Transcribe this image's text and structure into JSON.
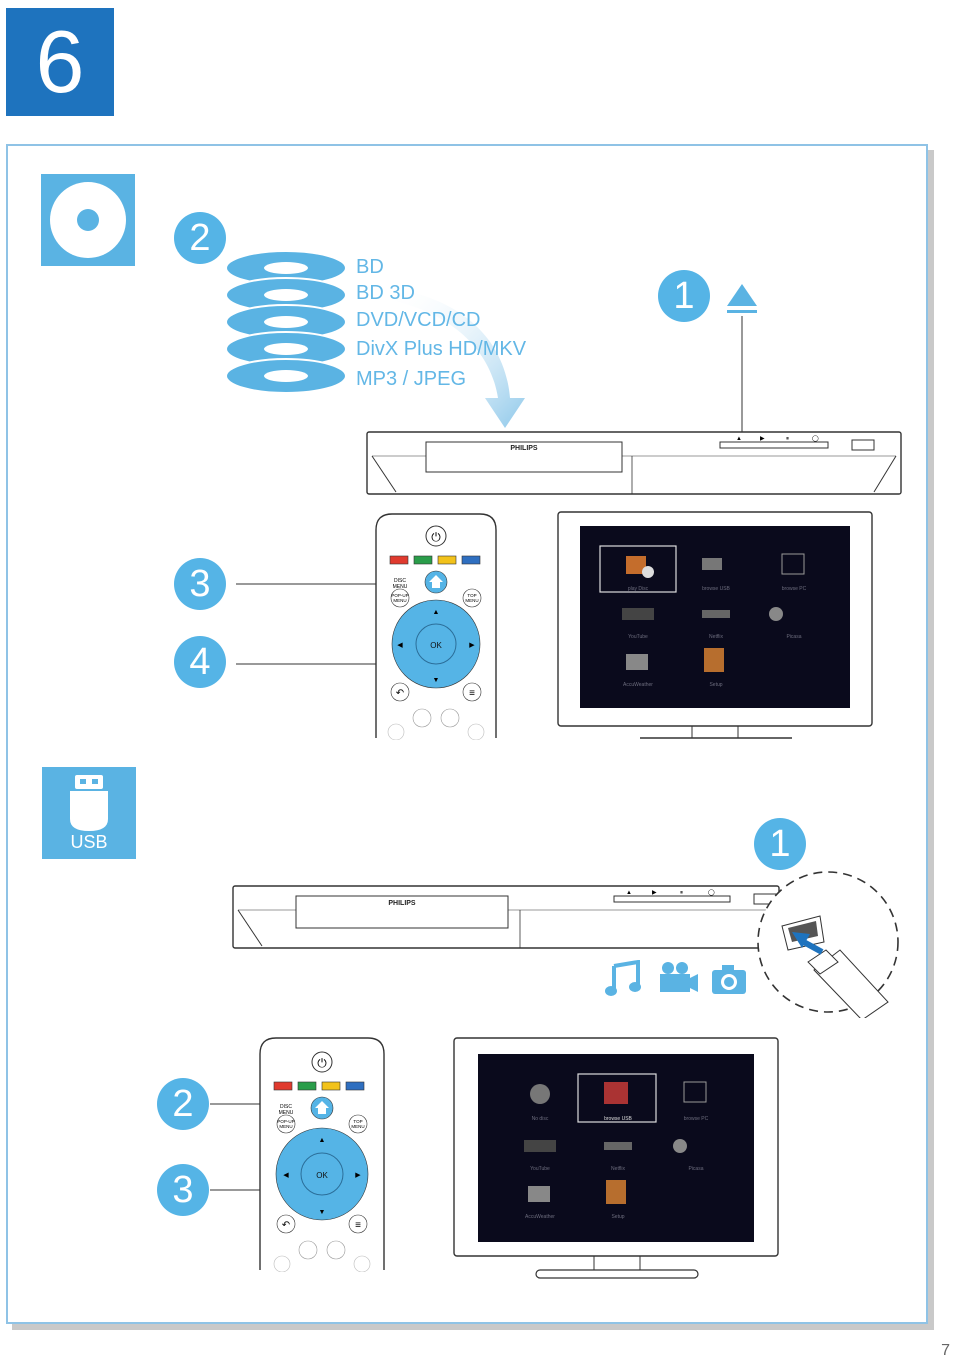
{
  "section": {
    "number": "6"
  },
  "disc_formats": [
    "BD",
    "BD 3D",
    "DVD/VCD/CD",
    "DivX Plus HD/MKV",
    "MP3 / JPEG"
  ],
  "steps_disc": {
    "load": "2",
    "eject": "1",
    "home": "3",
    "navigate": "4"
  },
  "steps_usb": {
    "connect": "1",
    "home": "2",
    "navigate": "3"
  },
  "player": {
    "brand": "PHILIPS"
  },
  "usb": {
    "label": "USB"
  },
  "remote": {
    "disc_menu": "DISC MENU",
    "popup_menu": "POP-UP MENU",
    "top_menu": "TOP MENU",
    "ok": "OK"
  },
  "tv_menu_disc": {
    "items": [
      "play Disc",
      "browse USB",
      "browse PC",
      "YouTube",
      "Netflix",
      "Picasa",
      "AccuWeather",
      "Setup"
    ]
  },
  "tv_menu_usb": {
    "items": [
      "No disc",
      "browse USB",
      "browse PC",
      "YouTube",
      "Netflix",
      "Picasa",
      "AccuWeather",
      "Setup"
    ]
  },
  "page": {
    "number": "7"
  },
  "colors": {
    "accent": "#55b4e6",
    "badge": "#1e73be",
    "icon_blue": "#5ab3e3"
  }
}
